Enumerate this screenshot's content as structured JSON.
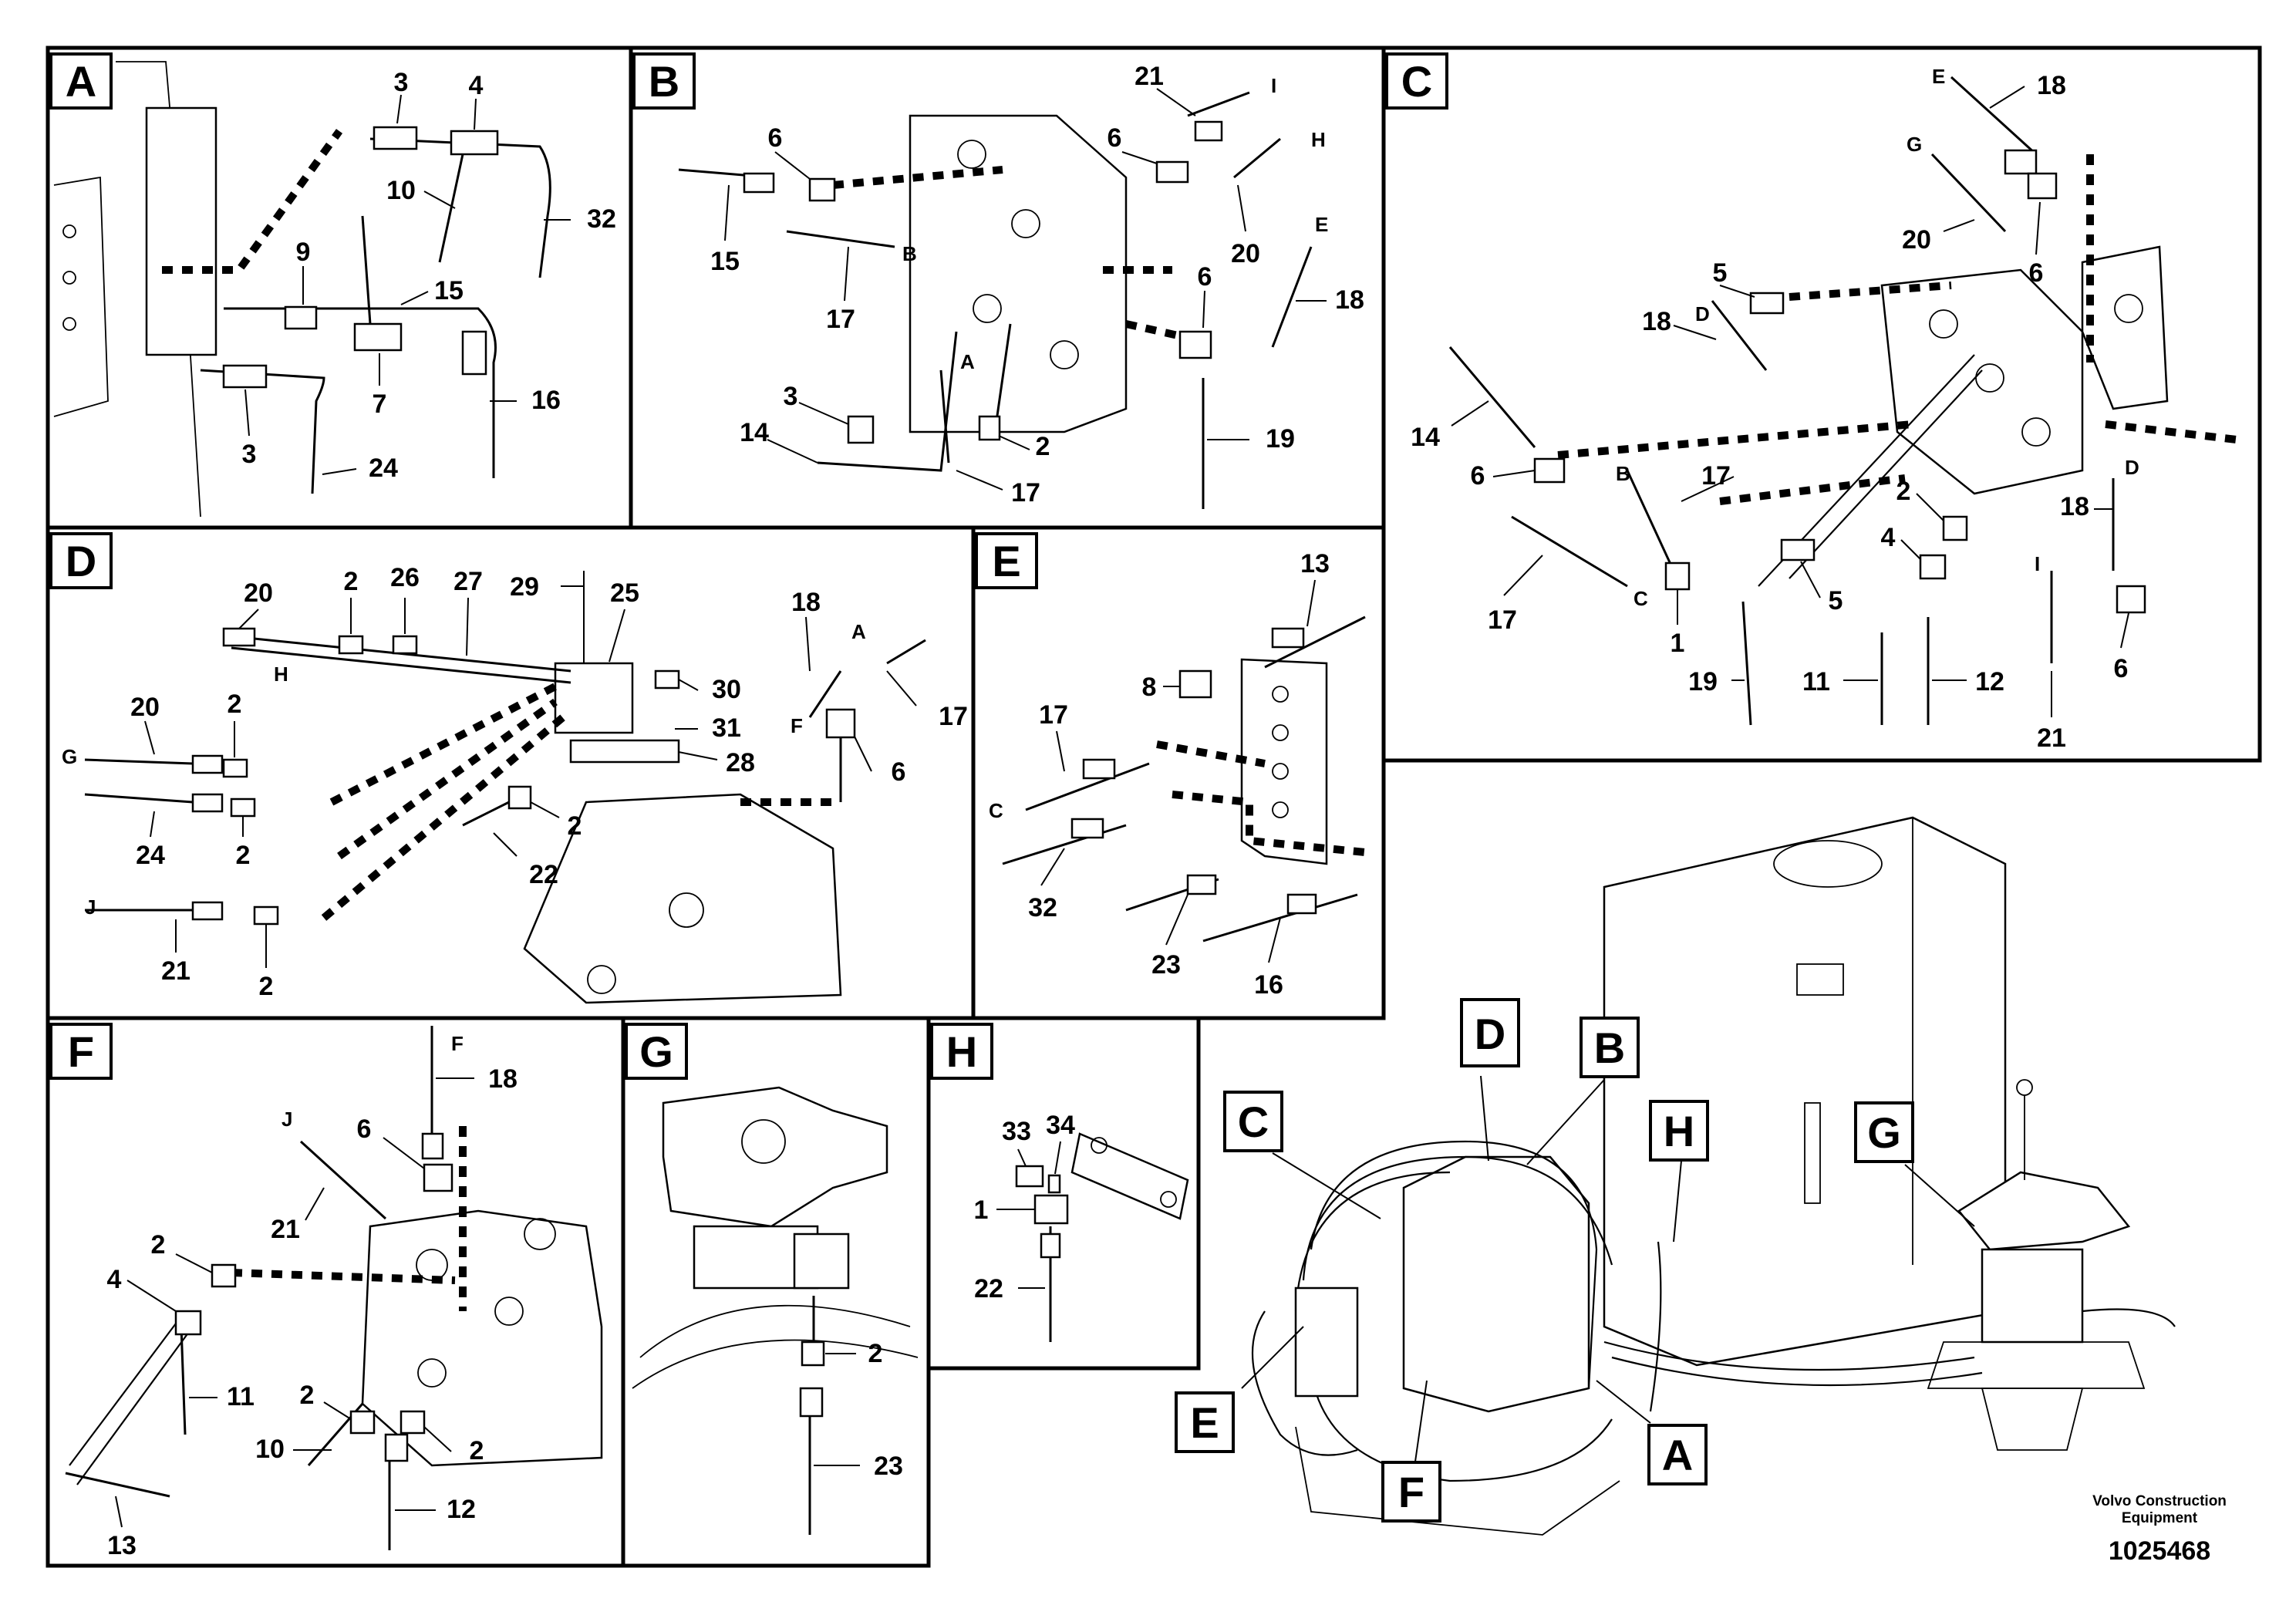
{
  "panels": [
    {
      "id": "A",
      "letter": "A",
      "callouts": [
        "3",
        "4",
        "10",
        "32",
        "9",
        "15",
        "7",
        "16",
        "3",
        "24"
      ],
      "hose_tags": []
    },
    {
      "id": "B",
      "letter": "B",
      "callouts": [
        "21",
        "6",
        "6",
        "15",
        "20",
        "17",
        "6",
        "18",
        "3",
        "14",
        "2",
        "17",
        "19"
      ],
      "hose_tags": [
        "I",
        "H",
        "B",
        "E",
        "A"
      ]
    },
    {
      "id": "C",
      "letter": "C",
      "callouts": [
        "18",
        "20",
        "6",
        "5",
        "18",
        "14",
        "6",
        "17",
        "17",
        "1",
        "19",
        "5",
        "11",
        "2",
        "4",
        "12",
        "18",
        "6",
        "21"
      ],
      "hose_tags": [
        "E",
        "G",
        "D",
        "B",
        "C",
        "D",
        "I"
      ]
    },
    {
      "id": "D",
      "letter": "D",
      "callouts": [
        "20",
        "2",
        "26",
        "27",
        "29",
        "25",
        "18",
        "17",
        "20",
        "2",
        "30",
        "31",
        "28",
        "6",
        "24",
        "2",
        "2",
        "22",
        "21",
        "2"
      ],
      "hose_tags": [
        "H",
        "A",
        "F",
        "G",
        "J"
      ]
    },
    {
      "id": "E",
      "letter": "E",
      "callouts": [
        "13",
        "8",
        "17",
        "32",
        "23",
        "16"
      ],
      "hose_tags": [
        "C"
      ]
    },
    {
      "id": "F",
      "letter": "F",
      "callouts": [
        "18",
        "6",
        "21",
        "2",
        "4",
        "11",
        "2",
        "10",
        "2",
        "12",
        "13"
      ],
      "hose_tags": [
        "F",
        "J"
      ]
    },
    {
      "id": "G",
      "letter": "G",
      "callouts": [
        "2",
        "23"
      ],
      "hose_tags": []
    },
    {
      "id": "H",
      "letter": "H",
      "callouts": [
        "33",
        "34",
        "1",
        "22"
      ],
      "hose_tags": []
    }
  ],
  "overview": {
    "locator_labels": [
      "D",
      "B",
      "C",
      "H",
      "G",
      "E",
      "F",
      "A"
    ]
  },
  "footer": {
    "brand_line1": "Volvo Construction",
    "brand_line2": "Equipment",
    "document_number": "1025468"
  },
  "colors": {
    "ink": "#000000",
    "paper": "#ffffff"
  }
}
